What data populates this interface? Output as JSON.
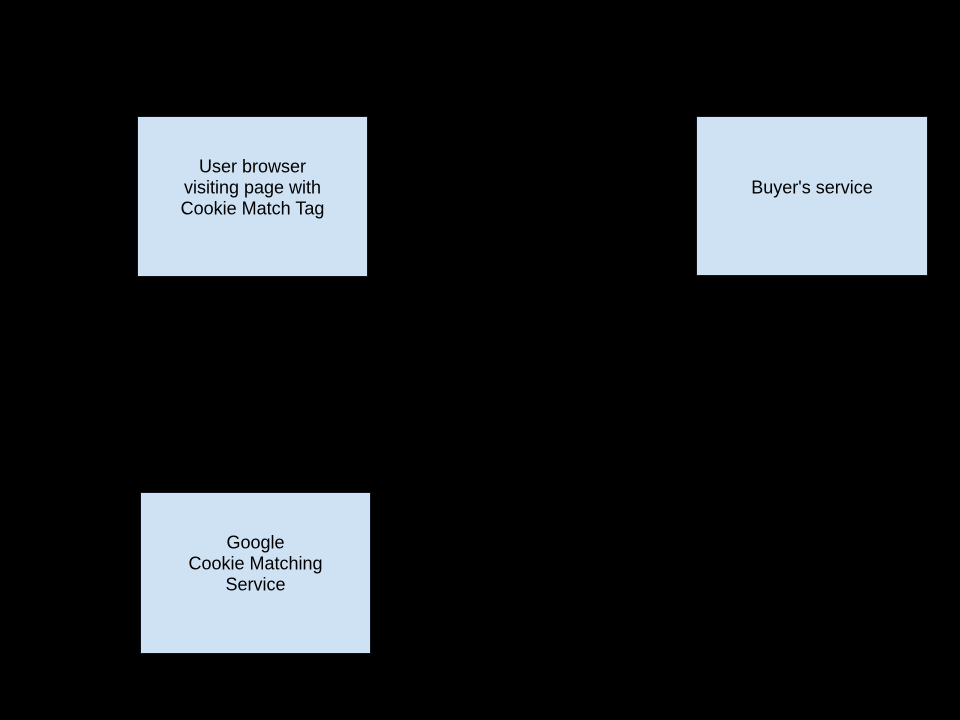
{
  "diagram": {
    "nodes": [
      {
        "id": "user-browser",
        "lines": [
          "User browser",
          "visiting page with",
          "Cookie Match Tag"
        ]
      },
      {
        "id": "buyers-service",
        "lines": [
          "Buyer's service"
        ]
      },
      {
        "id": "google-cookie-matching-service",
        "lines": [
          "Google",
          "Cookie Matching",
          "Service"
        ]
      }
    ],
    "colors": {
      "background": "#000000",
      "node_fill": "#cfe2f3",
      "node_border": "#0d141b",
      "node_text": "#000000"
    }
  }
}
